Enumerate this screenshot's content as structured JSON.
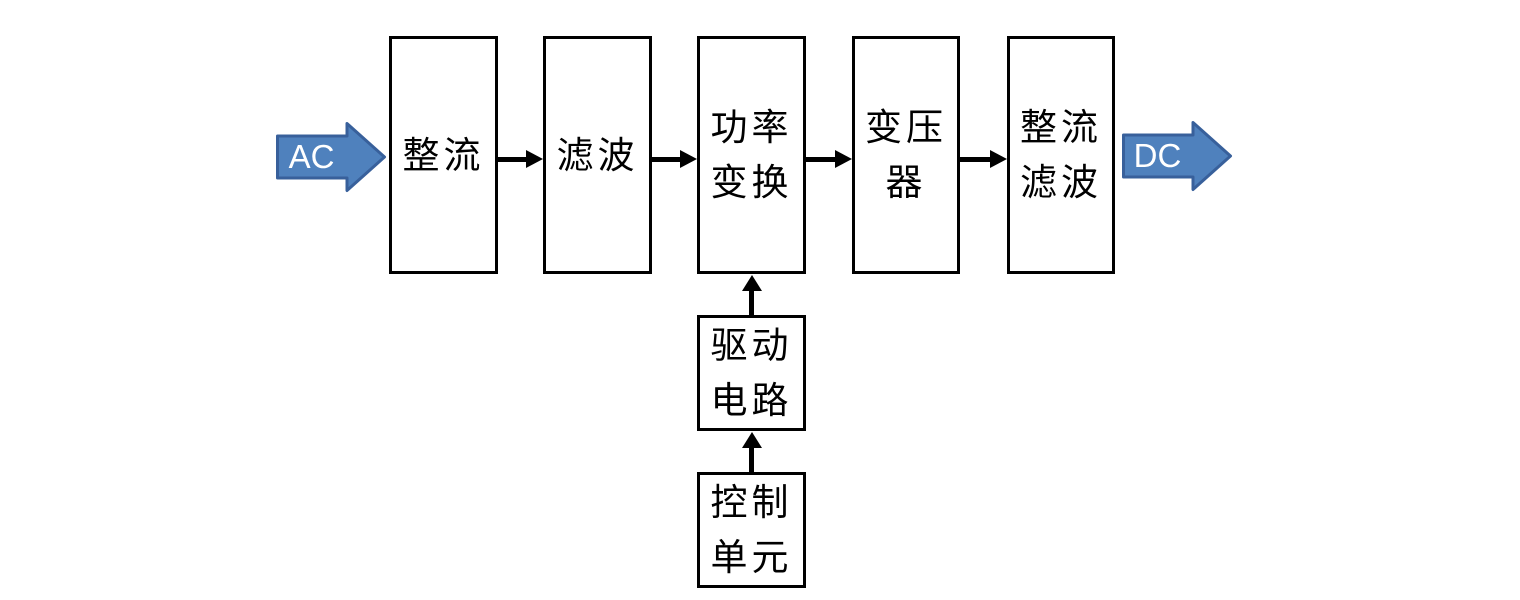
{
  "diagram": {
    "description": "Switching power supply block diagram",
    "input_arrow": {
      "label": "AC"
    },
    "output_arrow": {
      "label": "DC"
    },
    "blocks": [
      {
        "name": "rectifier",
        "lines": [
          "整流"
        ]
      },
      {
        "name": "filter",
        "lines": [
          "滤波"
        ]
      },
      {
        "name": "power-conversion",
        "lines": [
          "功率",
          "变换"
        ]
      },
      {
        "name": "transformer",
        "lines": [
          "变压",
          "器"
        ]
      },
      {
        "name": "rectifier-filter",
        "lines": [
          "整流",
          "滤波"
        ]
      },
      {
        "name": "drive-circuit",
        "lines": [
          "驱动",
          "电路"
        ]
      },
      {
        "name": "control-unit",
        "lines": [
          "控制",
          "单元"
        ]
      }
    ],
    "edges": [
      {
        "from": "AC",
        "to": "rectifier"
      },
      {
        "from": "rectifier",
        "to": "filter"
      },
      {
        "from": "filter",
        "to": "power-conversion"
      },
      {
        "from": "power-conversion",
        "to": "transformer"
      },
      {
        "from": "transformer",
        "to": "rectifier-filter"
      },
      {
        "from": "rectifier-filter",
        "to": "DC"
      },
      {
        "from": "drive-circuit",
        "to": "power-conversion"
      },
      {
        "from": "control-unit",
        "to": "drive-circuit"
      }
    ],
    "colors": {
      "block_border": "#000000",
      "connector": "#000000",
      "flow_arrow_fill": "#4F81BD",
      "flow_arrow_border": "#38609B",
      "flow_arrow_text": "#ffffff"
    }
  }
}
